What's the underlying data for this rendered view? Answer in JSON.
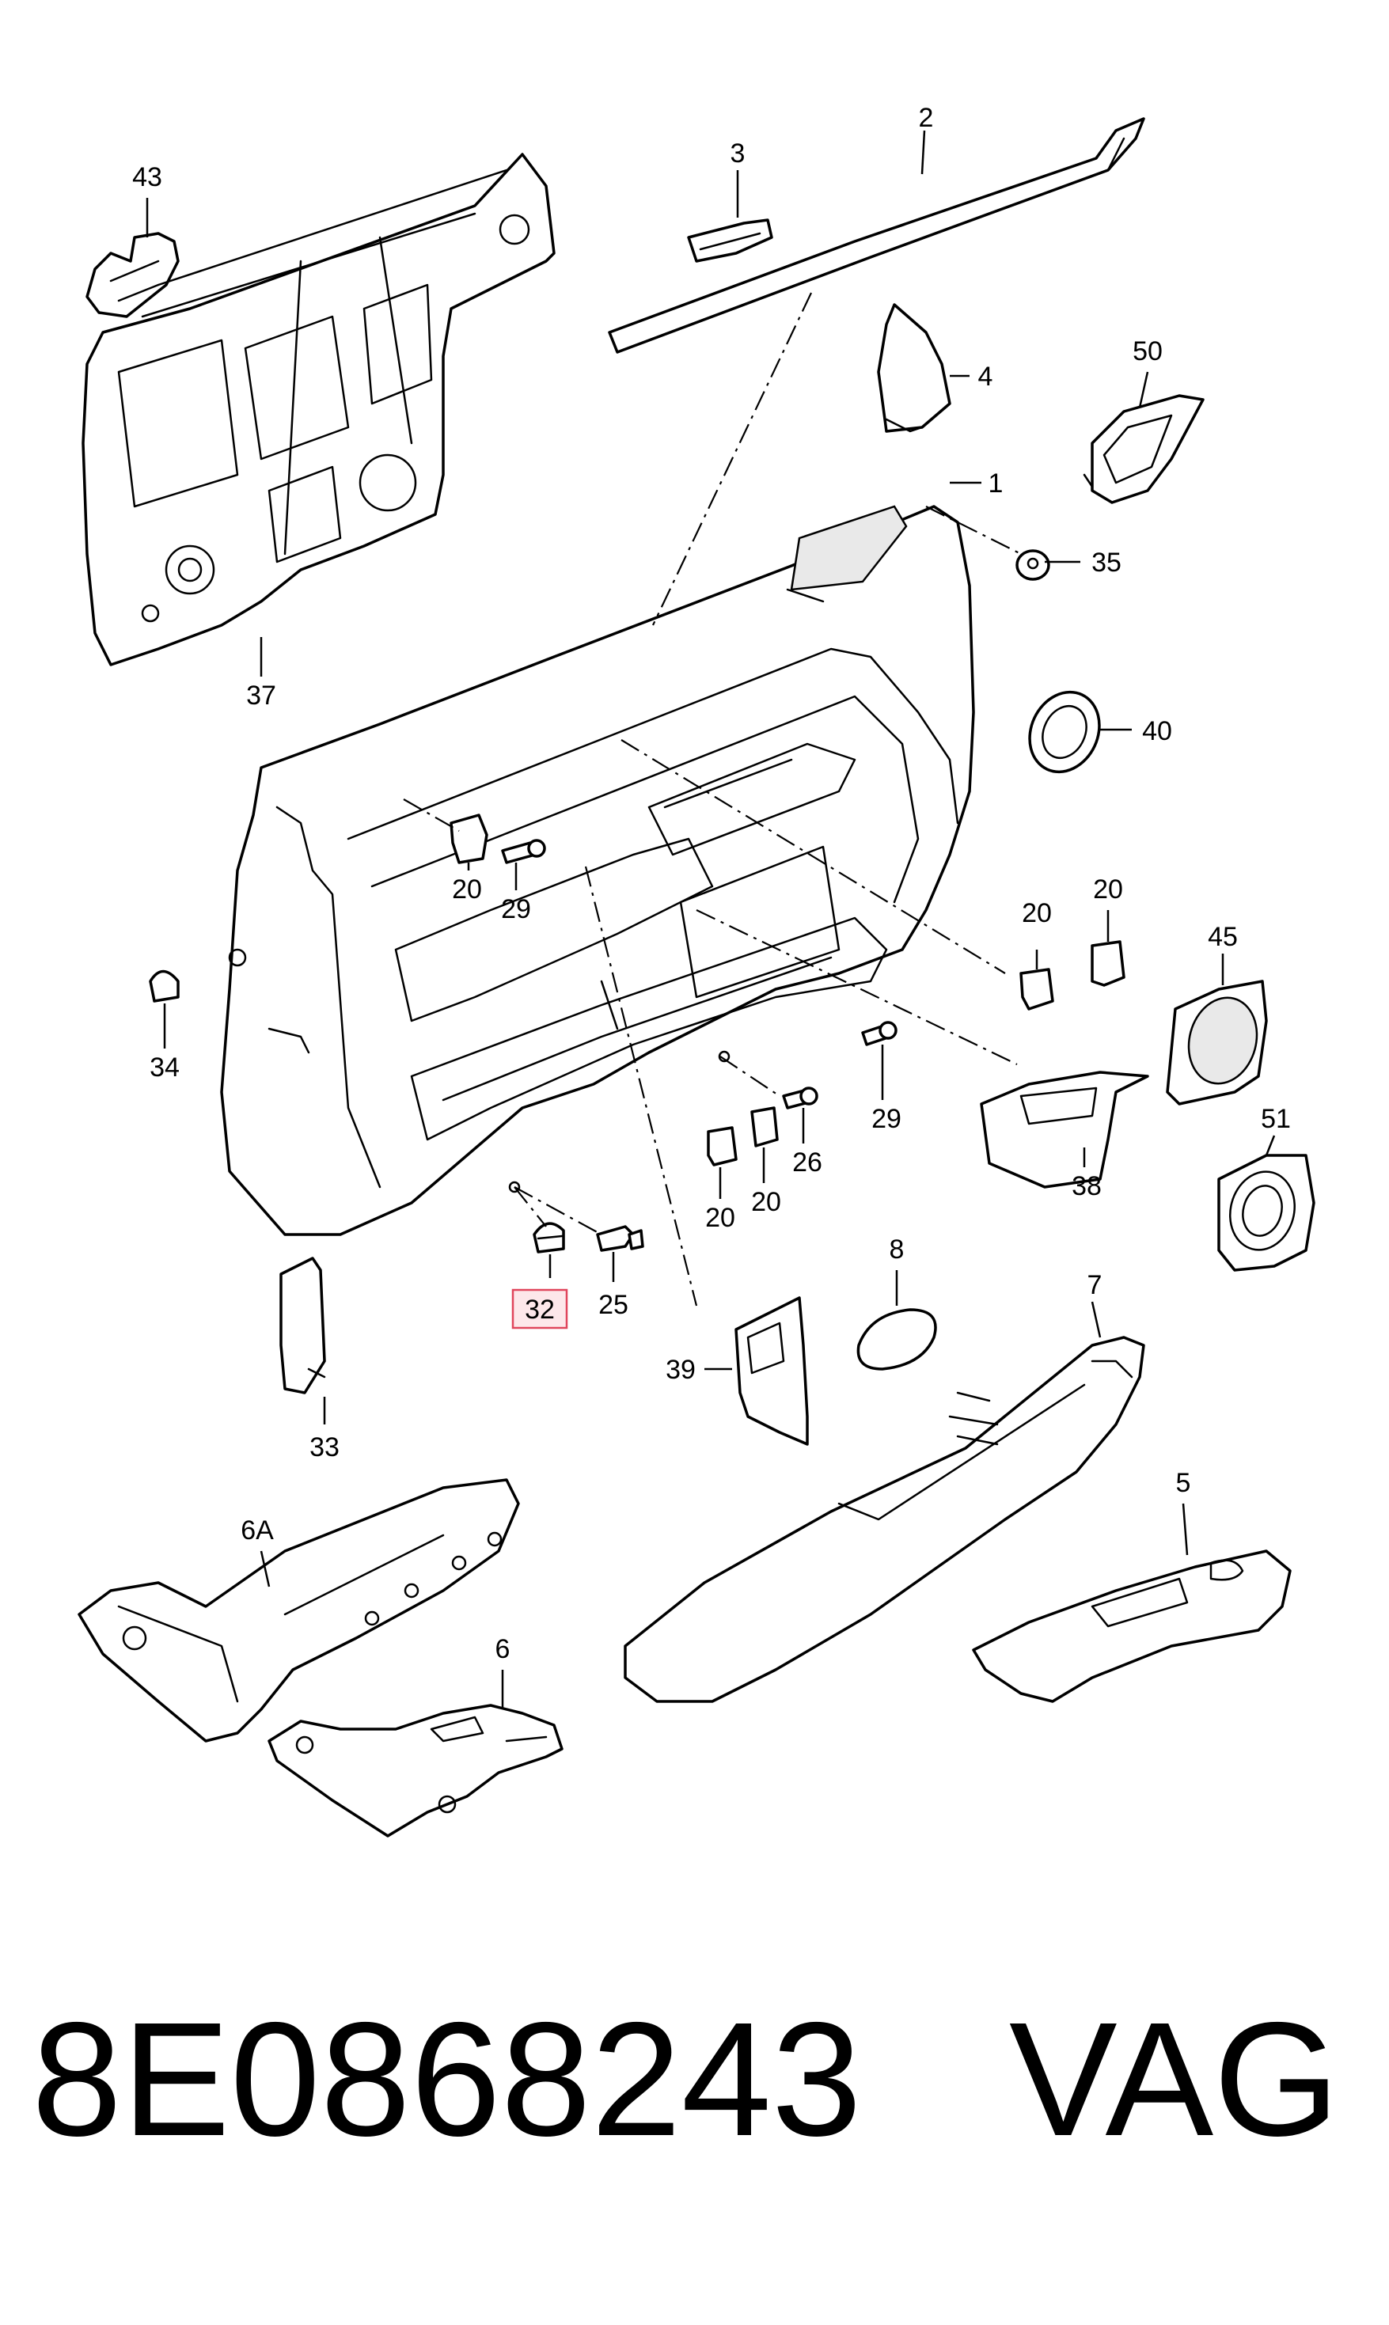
{
  "labels": {
    "l43": "43",
    "l3": "3",
    "l2": "2",
    "l4": "4",
    "l50": "50",
    "l1": "1",
    "l35": "35",
    "l37": "37",
    "l40": "40",
    "l20a": "20",
    "l29a": "29",
    "l20b": "20",
    "l20c": "20",
    "l45": "45",
    "l34": "34",
    "l29b": "29",
    "l51": "51",
    "l26": "26",
    "l38": "38",
    "l20d": "20",
    "l20e": "20",
    "l32": "32",
    "l25": "25",
    "l8": "8",
    "l7": "7",
    "l39": "39",
    "l33": "33",
    "l6a": "6A",
    "l5": "5",
    "l6": "6"
  },
  "highlighted_part": "32",
  "footer": {
    "part_number": "8E0868243",
    "brand": "VAG"
  },
  "colors": {
    "highlight_fill": "#fde7ea",
    "highlight_stroke": "#e0455c",
    "line": "#000000"
  }
}
